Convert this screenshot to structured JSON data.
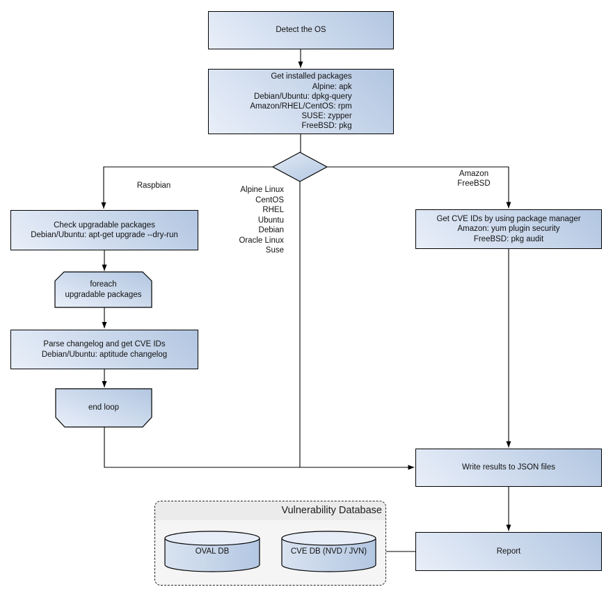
{
  "nodes": {
    "detect": {
      "label": "Detect the OS"
    },
    "packages": {
      "lines": [
        "Get installed packages",
        "Alpine: apk",
        "Debian/Ubuntu: dpkg-query",
        "Amazon/RHEL/CentOS: rpm",
        "SUSE: zypper",
        "FreeBSD: pkg"
      ]
    },
    "check": {
      "lines": [
        "Check upgradable packages",
        "Debian/Ubuntu: apt-get upgrade --dry-run"
      ]
    },
    "foreach": {
      "lines": [
        "foreach",
        "upgradable  packages"
      ]
    },
    "parse": {
      "lines": [
        "Parse changelog and get  CVE IDs",
        "Debian/Ubuntu: aptitude changelog"
      ]
    },
    "endloop": {
      "label": "end loop"
    },
    "getcve": {
      "lines": [
        "Get CVE IDs by using package manager",
        "Amazon: yum plugin security",
        "FreeBSD: pkg audit"
      ]
    },
    "write": {
      "label": "Write results to JSON files"
    },
    "report": {
      "label": "Report"
    }
  },
  "branch_labels": {
    "left": "Raspbian",
    "middle": [
      "Alpine Linux",
      "CentOS",
      "RHEL",
      "Ubuntu",
      "Debian",
      "Oracle Linux",
      "Suse"
    ],
    "right": [
      "Amazon",
      "FreeBSD"
    ]
  },
  "database": {
    "title": "Vulnerability Database",
    "cylinders": [
      "OVAL DB",
      "CVE DB (NVD / JVN)"
    ]
  },
  "colors": {
    "node_fill_light": "#e9eff9",
    "node_fill_dark": "#b2c6e1",
    "node_border": "#000000",
    "db_container_bg": "#f5f5f5",
    "db_header_bg": "#ebebeb",
    "text": "#111111"
  }
}
